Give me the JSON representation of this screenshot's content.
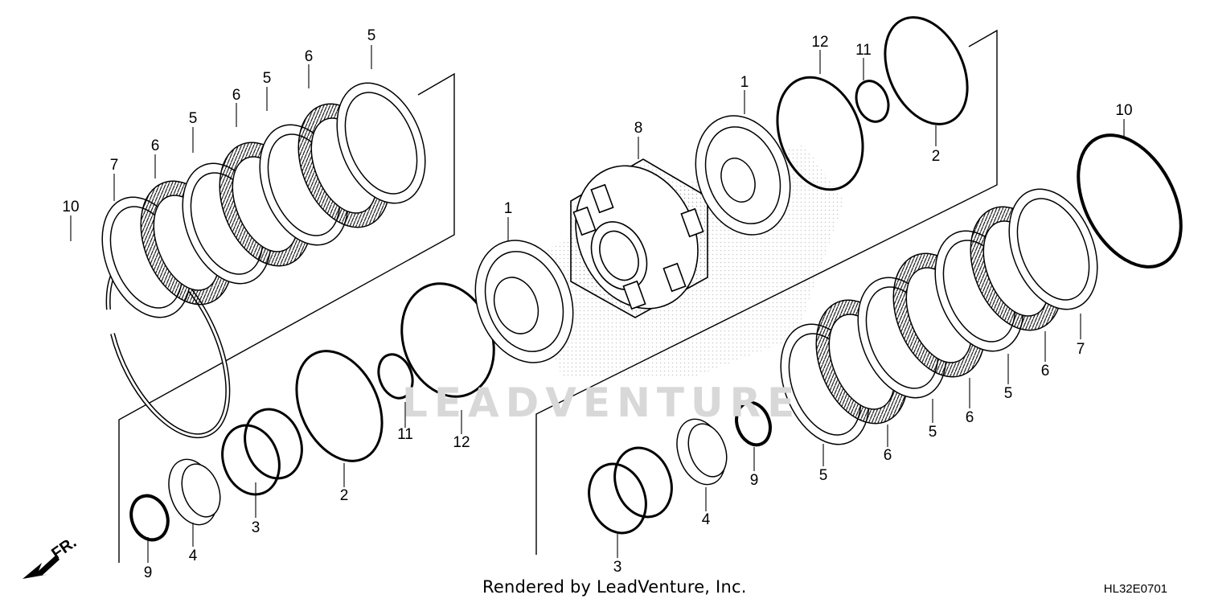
{
  "diagram": {
    "parts_left": [
      {
        "key": "L5a",
        "text": "5"
      },
      {
        "key": "L6a",
        "text": "6"
      },
      {
        "key": "L5b",
        "text": "5"
      },
      {
        "key": "L6b",
        "text": "6"
      },
      {
        "key": "L5c",
        "text": "5"
      },
      {
        "key": "L6c",
        "text": "6"
      },
      {
        "key": "L7",
        "text": "7"
      },
      {
        "key": "L10",
        "text": "10"
      },
      {
        "key": "L1",
        "text": "1"
      },
      {
        "key": "L11",
        "text": "11"
      },
      {
        "key": "L12",
        "text": "12"
      },
      {
        "key": "L2",
        "text": "2"
      },
      {
        "key": "L3",
        "text": "3"
      },
      {
        "key": "L4",
        "text": "4"
      },
      {
        "key": "L9",
        "text": "9"
      }
    ],
    "parts_right": [
      {
        "key": "R8",
        "text": "8"
      },
      {
        "key": "R1",
        "text": "1"
      },
      {
        "key": "R12",
        "text": "12"
      },
      {
        "key": "R11",
        "text": "11"
      },
      {
        "key": "R2",
        "text": "2"
      },
      {
        "key": "R10",
        "text": "10"
      },
      {
        "key": "R7",
        "text": "7"
      },
      {
        "key": "R6a",
        "text": "6"
      },
      {
        "key": "R5a",
        "text": "5"
      },
      {
        "key": "R6b",
        "text": "6"
      },
      {
        "key": "R5b",
        "text": "5"
      },
      {
        "key": "R6c",
        "text": "6"
      },
      {
        "key": "R5c",
        "text": "5"
      },
      {
        "key": "R9",
        "text": "9"
      },
      {
        "key": "R4",
        "text": "4"
      },
      {
        "key": "R3",
        "text": "3"
      }
    ],
    "direction_label": "FR."
  },
  "watermark_text": "LEADVENTURE",
  "footer": {
    "credit": "Rendered by LeadVenture, Inc.",
    "diagram_code": "HL32E0701"
  }
}
